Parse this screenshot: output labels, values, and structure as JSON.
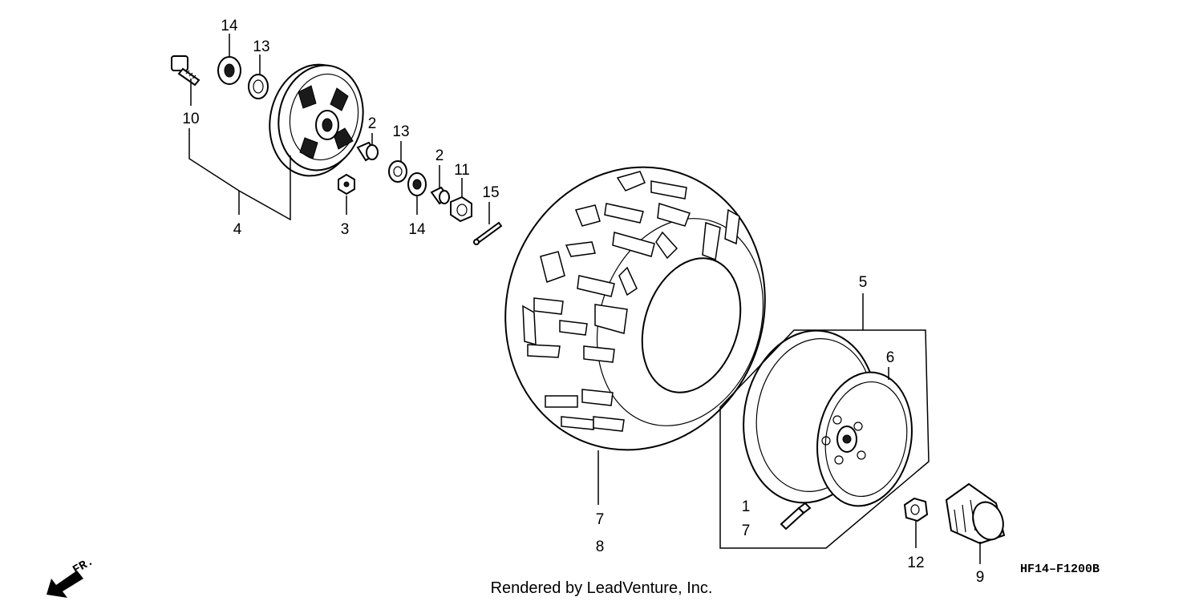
{
  "diagram": {
    "code": "HF14–F1200B",
    "credit": "Rendered by LeadVenture, Inc.",
    "direction_label": "FR.",
    "callouts": {
      "c1": "1",
      "c2a": "2",
      "c2b": "2",
      "c3": "3",
      "c4": "4",
      "c5": "5",
      "c6": "6",
      "c7a": "7",
      "c7b": "7",
      "c8": "8",
      "c9": "9",
      "c10": "10",
      "c11": "11",
      "c12": "12",
      "c13a": "13",
      "c13b": "13",
      "c14a": "14",
      "c14b": "14",
      "c15": "15"
    }
  }
}
